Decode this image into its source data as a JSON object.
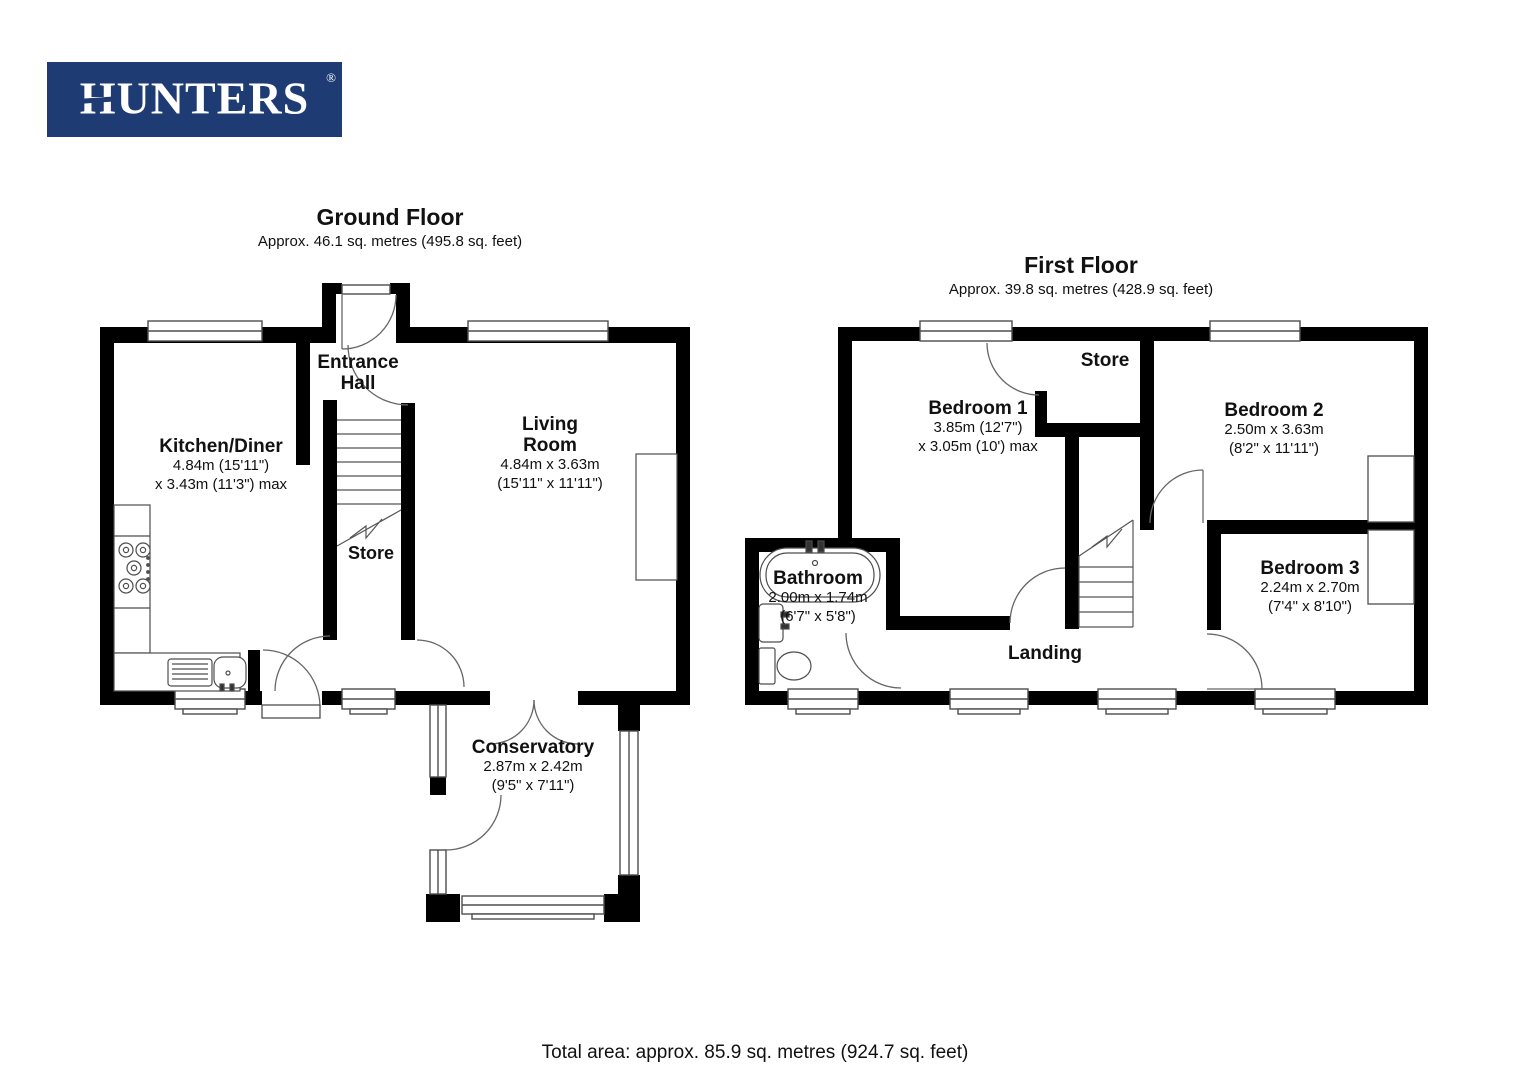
{
  "logo": {
    "text": "HUNTERS",
    "registered": "®",
    "bg_color": "#1e3b74",
    "text_color": "#ffffff"
  },
  "floors": {
    "ground": {
      "title": "Ground Floor",
      "subtitle": "Approx. 46.1 sq. metres (495.8 sq. feet)",
      "rooms": {
        "entrance_hall": {
          "name_line1": "Entrance",
          "name_line2": "Hall"
        },
        "kitchen_diner": {
          "name": "Kitchen/Diner",
          "dim1": "4.84m (15'11\")",
          "dim2": "x 3.43m (11'3\") max"
        },
        "living_room": {
          "name_line1": "Living",
          "name_line2": "Room",
          "dim1": "4.84m x 3.63m",
          "dim2": "(15'11\" x 11'11\")"
        },
        "store": {
          "name": "Store"
        },
        "conservatory": {
          "name": "Conservatory",
          "dim1": "2.87m x 2.42m",
          "dim2": "(9'5\" x 7'11\")"
        }
      }
    },
    "first": {
      "title": "First Floor",
      "subtitle": "Approx. 39.8 sq. metres (428.9 sq. feet)",
      "rooms": {
        "store": {
          "name": "Store"
        },
        "bedroom1": {
          "name": "Bedroom 1",
          "dim1": "3.85m (12'7\")",
          "dim2": "x 3.05m (10') max"
        },
        "bedroom2": {
          "name": "Bedroom 2",
          "dim1": "2.50m x 3.63m",
          "dim2": "(8'2\" x 11'11\")"
        },
        "bathroom": {
          "name": "Bathroom",
          "dim1": "2.00m x 1.74m",
          "dim2": "(6'7\" x 5'8\")"
        },
        "bedroom3": {
          "name": "Bedroom 3",
          "dim1": "2.24m x 2.70m",
          "dim2": "(7'4\" x 8'10\")"
        },
        "landing": {
          "name": "Landing"
        }
      }
    }
  },
  "footer": {
    "total_area": "Total area: approx. 85.9 sq. metres (924.7 sq. feet)"
  }
}
